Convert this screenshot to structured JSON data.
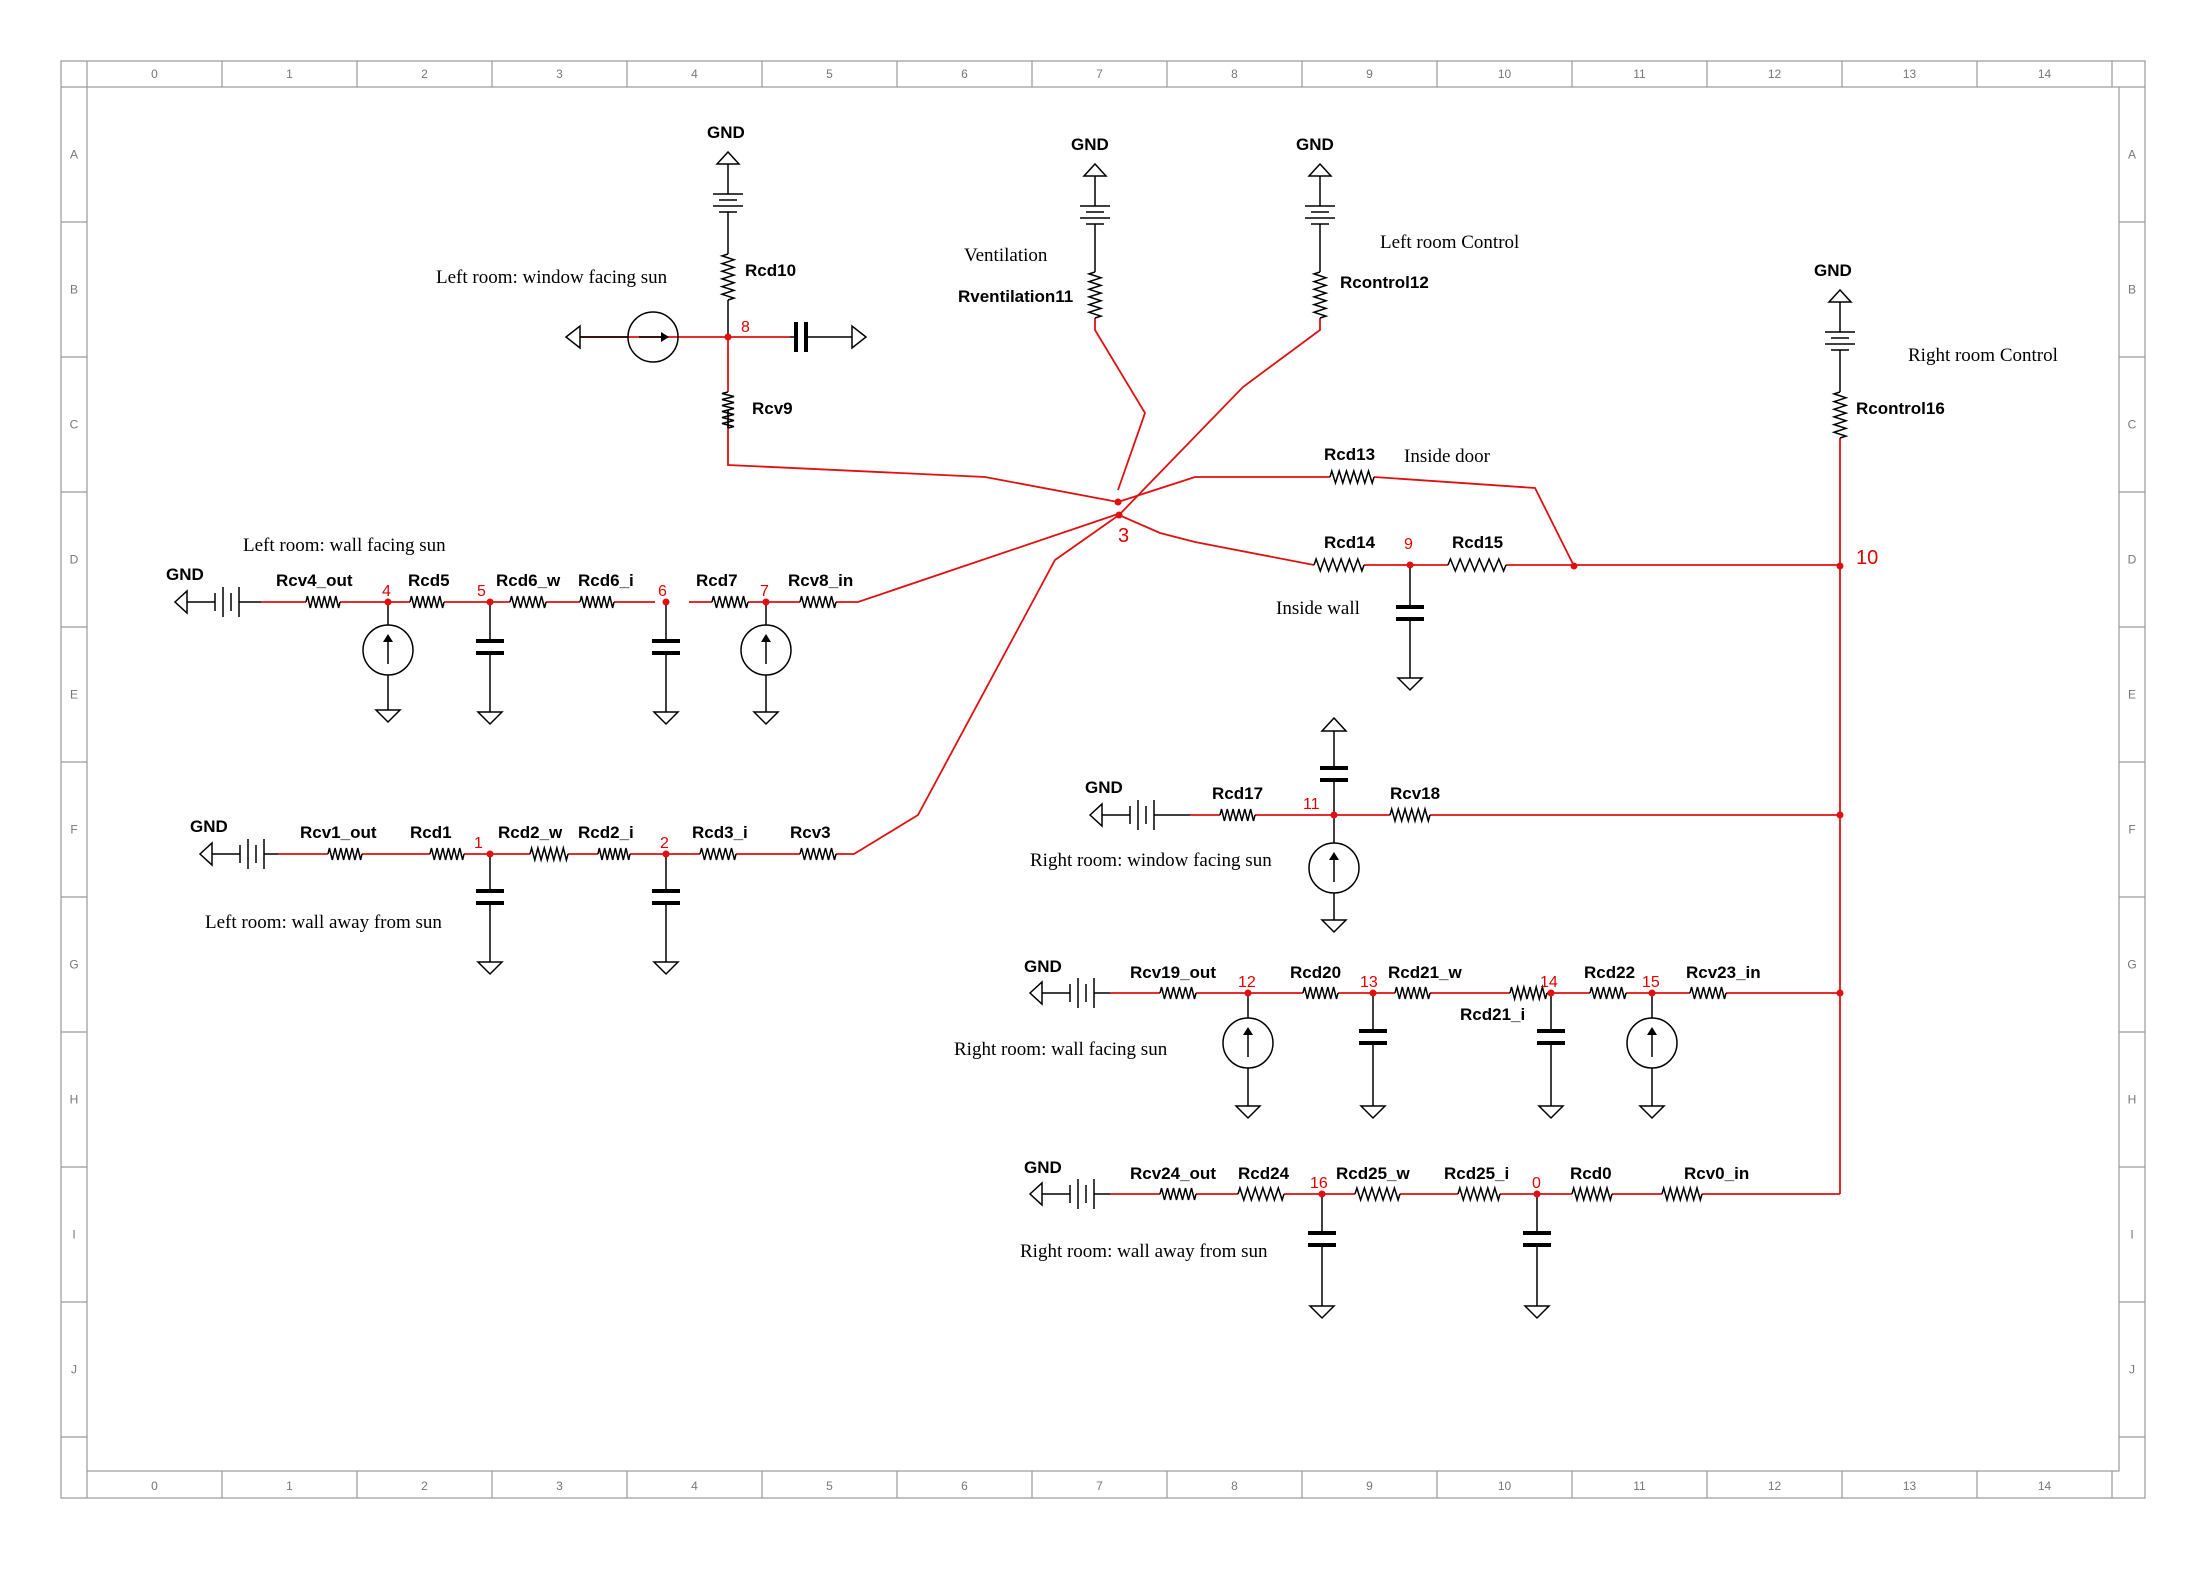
{
  "frame": {
    "columns": [
      "0",
      "1",
      "2",
      "3",
      "4",
      "5",
      "6",
      "7",
      "8",
      "9",
      "10",
      "11",
      "12",
      "13",
      "14"
    ],
    "rows": [
      "A",
      "B",
      "C",
      "D",
      "E",
      "F",
      "G",
      "H",
      "I",
      "J"
    ]
  },
  "ground_label": "GND",
  "nodes": {
    "n0": "0",
    "n1": "1",
    "n2": "2",
    "n3": "3",
    "n4": "4",
    "n5": "5",
    "n6": "6",
    "n7": "7",
    "n8": "8",
    "n9": "9",
    "n10": "10",
    "n11": "11",
    "n12": "12",
    "n13": "13",
    "n14": "14",
    "n15": "15",
    "n16": "16"
  },
  "components": {
    "Rcd10": "Rcd10",
    "Rcv9": "Rcv9",
    "Rventilation11": "Rventilation11",
    "Rcontrol12": "Rcontrol12",
    "Rcontrol16": "Rcontrol16",
    "Rcd13": "Rcd13",
    "Rcd14": "Rcd14",
    "Rcd15": "Rcd15",
    "Rcv4_out": "Rcv4_out",
    "Rcd5": "Rcd5",
    "Rcd6_w": "Rcd6_w",
    "Rcd6_i": "Rcd6_i",
    "Rcd7": "Rcd7",
    "Rcv8_in": "Rcv8_in",
    "Rcv1_out": "Rcv1_out",
    "Rcd1": "Rcd1",
    "Rcd2_w": "Rcd2_w",
    "Rcd2_i": "Rcd2_i",
    "Rcd3_i": "Rcd3_i",
    "Rcv3": "Rcv3",
    "Rcd17": "Rcd17",
    "Rcv18": "Rcv18",
    "Rcv19_out": "Rcv19_out",
    "Rcd20": "Rcd20",
    "Rcd21_w": "Rcd21_w",
    "Rcd21_i": "Rcd21_i",
    "Rcd22": "Rcd22",
    "Rcv23_in": "Rcv23_in",
    "Rcv24_out": "Rcv24_out",
    "Rcd24": "Rcd24",
    "Rcd25_w": "Rcd25_w",
    "Rcd25_i": "Rcd25_i",
    "Rcd0": "Rcd0",
    "Rcv0_in": "Rcv0_in"
  },
  "notes": {
    "left_window": "Left room: window facing sun",
    "ventilation": "Ventilation",
    "left_control": "Left room Control",
    "right_control": "Right room Control",
    "inside_door": "Inside door",
    "inside_wall": "Inside wall",
    "left_wall_sun": "Left room: wall facing sun",
    "left_wall_away": "Left room: wall away from sun",
    "right_window": "Right room: window facing sun",
    "right_wall_sun": "Right room: wall facing sun",
    "right_wall_away": "Right room: wall away from sun"
  },
  "colors": {
    "wire": "#e01010",
    "symbol": "#000000",
    "frame": "#9a9a9a"
  }
}
